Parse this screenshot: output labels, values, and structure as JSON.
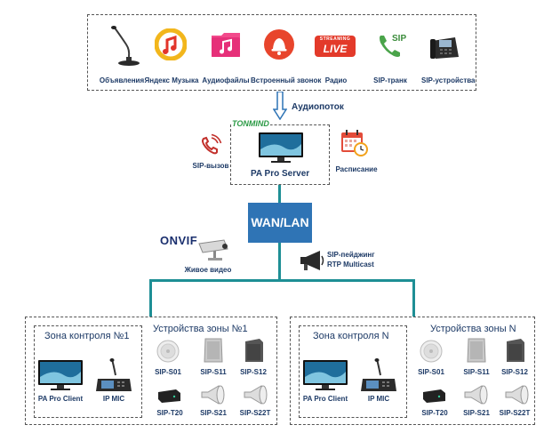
{
  "sources": {
    "items": [
      {
        "label": "Объявления"
      },
      {
        "label": "Яндекс Музыка"
      },
      {
        "label": "Аудиофайлы"
      },
      {
        "label": "Встроенный звонок"
      },
      {
        "label": "Радио",
        "badge_top": "STREAMING",
        "badge_main": "LIVE"
      },
      {
        "label": "SIP-транк",
        "badge": "SIP"
      },
      {
        "label": "SIP-устройства"
      }
    ]
  },
  "flow_label": "Аудиопоток",
  "server": {
    "brand": "TONMIND",
    "name": "PA Pro Server",
    "sip_call": "SIP-вызов",
    "schedule": "Расписание"
  },
  "network": {
    "label": "WAN/LAN"
  },
  "onvif": {
    "logo": "ONVIF",
    "label": "Живое видео"
  },
  "paging": {
    "line1": "SIP-пейджинг",
    "line2": "RTP Multicast"
  },
  "zones": [
    {
      "control_title": "Зона контроля №1",
      "devices_title": "Устройства зоны №1",
      "client_label": "PA Pro Client",
      "mic_label": "IP MIC",
      "devices": [
        "SIP-S01",
        "SIP-S11",
        "SIP-S12",
        "SIP-T20",
        "SIP-S21",
        "SIP-S22T"
      ]
    },
    {
      "control_title": "Зона контроля N",
      "devices_title": "Устройства зоны N",
      "client_label": "PA Pro Client",
      "mic_label": "IP MIC",
      "devices": [
        "SIP-S01",
        "SIP-S11",
        "SIP-S12",
        "SIP-T20",
        "SIP-S21",
        "SIP-S22T"
      ]
    }
  ],
  "colors": {
    "line": "#1e8f95",
    "network_box": "#2f74b5",
    "arrow": "#2f74b5",
    "text": "#1d3a66"
  }
}
